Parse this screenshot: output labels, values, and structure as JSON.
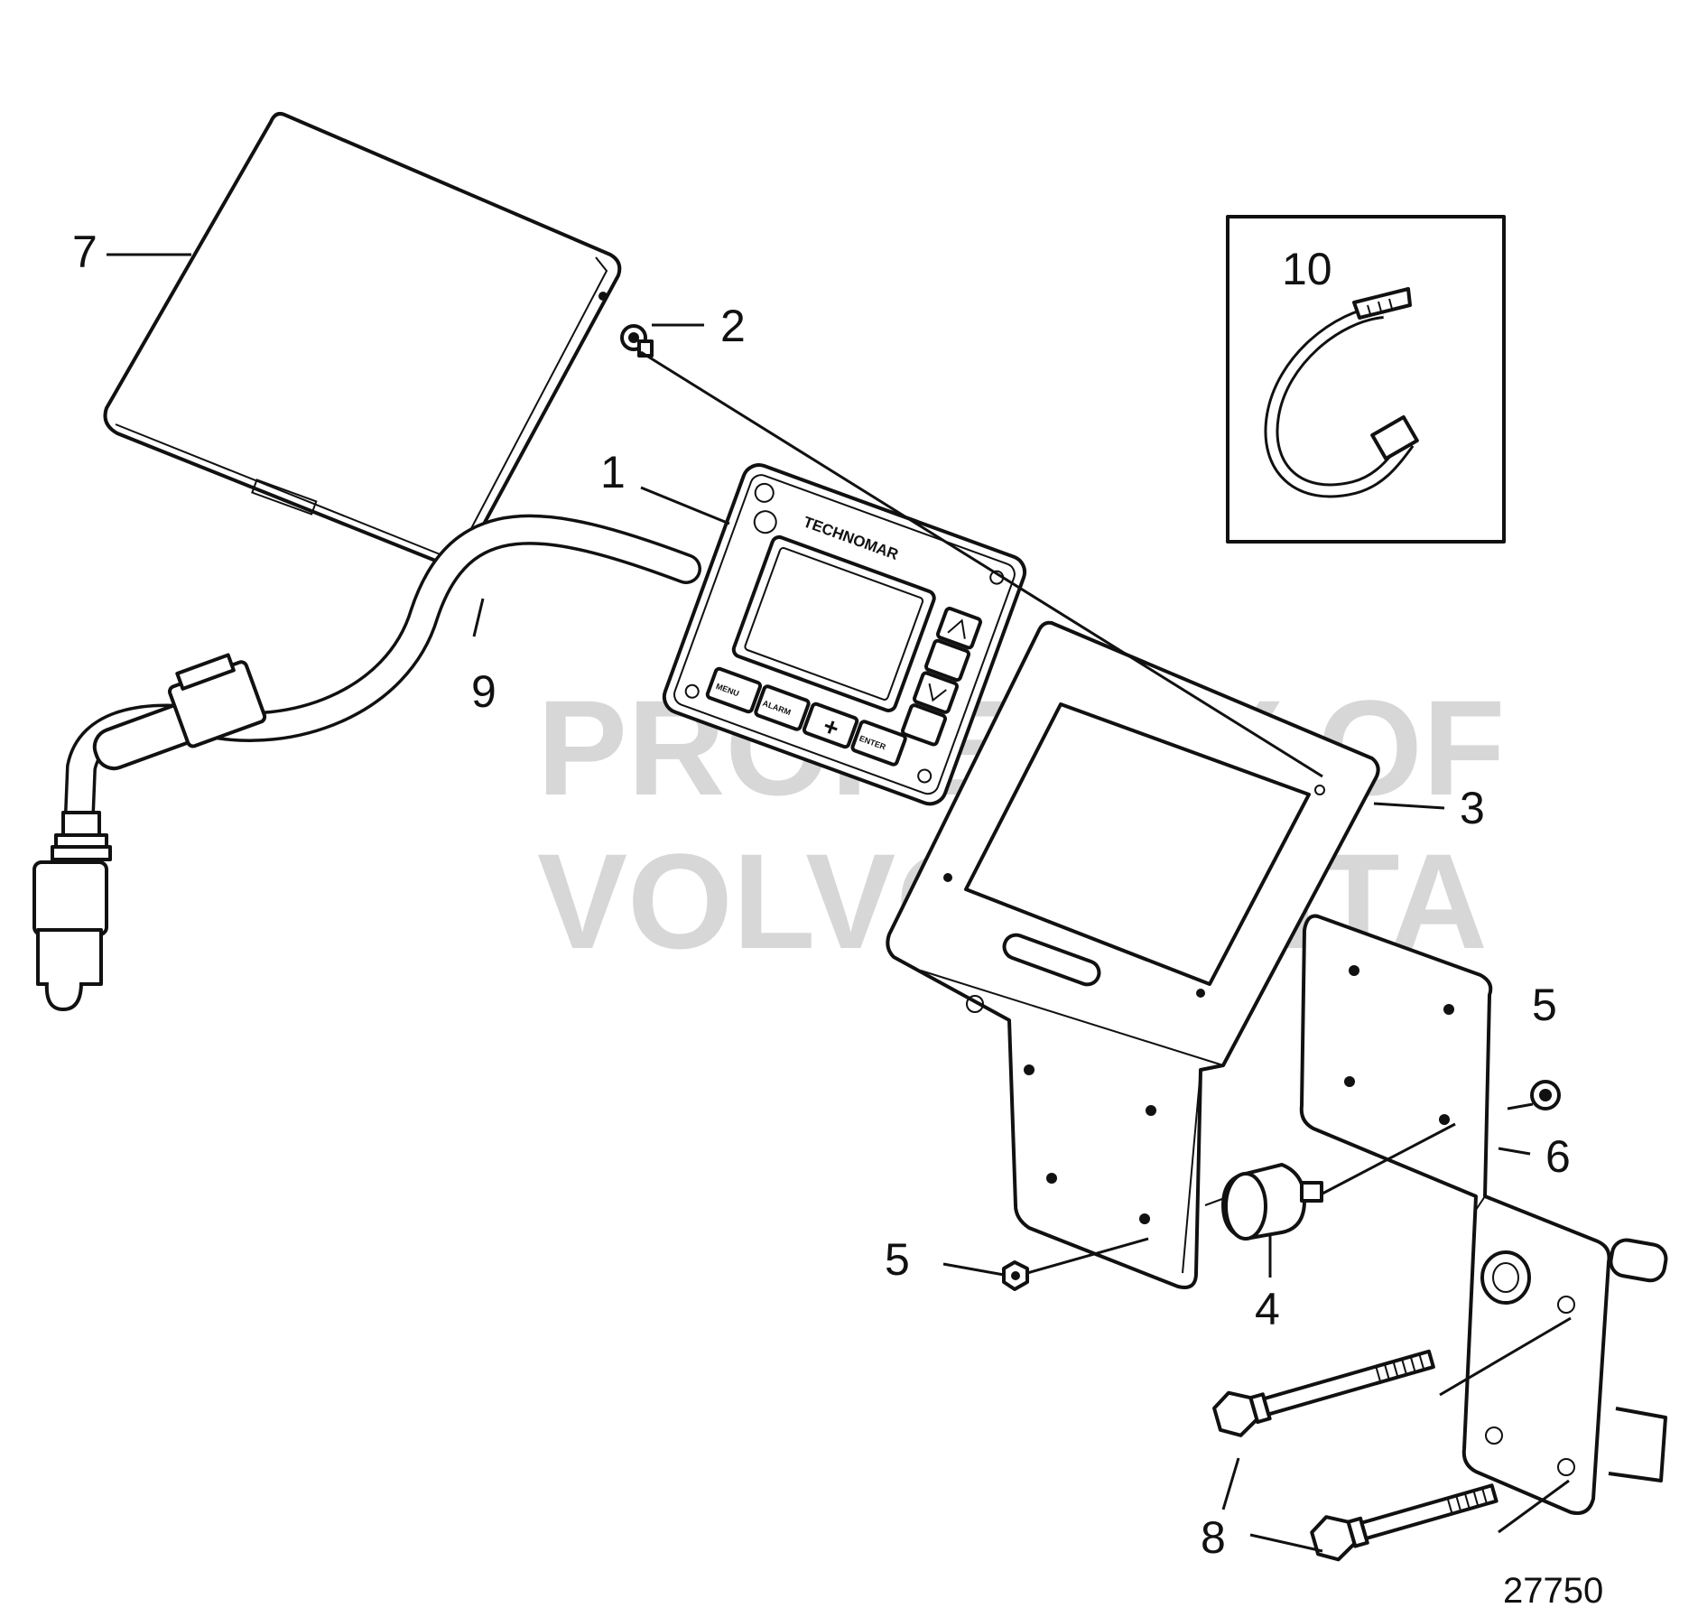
{
  "watermark": {
    "line1": "PROPERTY OF",
    "line2": "VOLVO PENTA"
  },
  "display": {
    "brand": "TECHNOMAR",
    "keys": [
      "MENU",
      "ALARM",
      "+",
      "ENTER"
    ]
  },
  "callouts": {
    "c1": "1",
    "c2": "2",
    "c3": "3",
    "c4": "4",
    "c5a": "5",
    "c5b": "5",
    "c6": "6",
    "c7": "7",
    "c8": "8",
    "c9": "9",
    "c10": "10"
  },
  "document_number": "27750"
}
